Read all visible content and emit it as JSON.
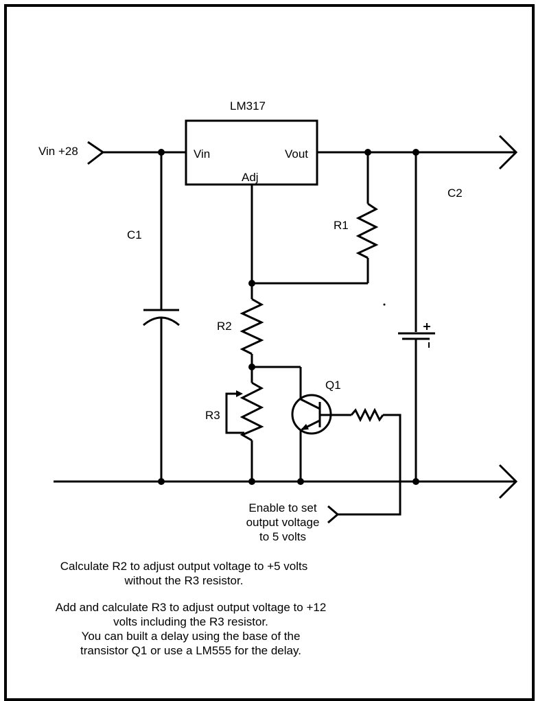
{
  "ic": {
    "name": "LM317",
    "pin_in": "Vin",
    "pin_out": "Vout",
    "pin_adj": "Adj"
  },
  "labels": {
    "vin": "Vin +28",
    "c1": "C1",
    "c2": "C2",
    "r1": "R1",
    "r2": "R2",
    "r3": "R3",
    "q1": "Q1"
  },
  "enable_note": [
    "Enable to set",
    "output voltage",
    "to 5 volts"
  ],
  "instructions": {
    "line1": "Calculate R2 to adjust output voltage to +5 volts",
    "line2": "without the R3 resistor.",
    "line3": "Add and calculate R3 to adjust output voltage to +12",
    "line4": "volts including the R3 resistor.",
    "line5": "You can  built a delay using the base of the",
    "line6": "transistor Q1 or use a LM555 for the delay."
  }
}
